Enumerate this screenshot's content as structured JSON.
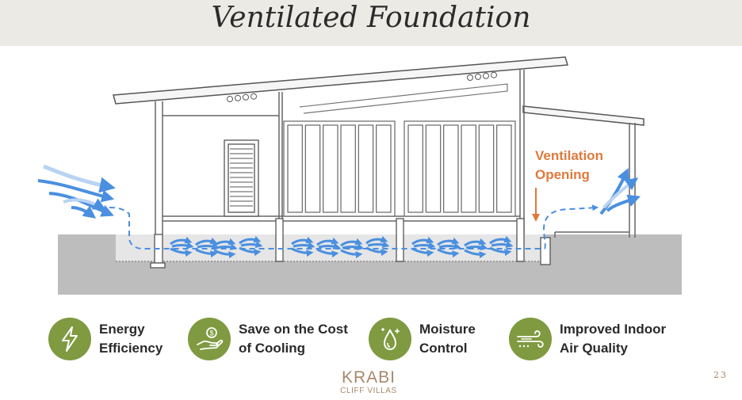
{
  "title": "Ventilated Foundation",
  "diagram": {
    "callout": [
      "Ventilation",
      "Opening"
    ],
    "colors": {
      "ground": "#bdbdbd",
      "air": "#4a8fe0",
      "callout": "#e07a3c",
      "line": "#555555"
    }
  },
  "features": [
    {
      "icon": "lightning-icon",
      "lines": [
        "Energy",
        "Efficiency"
      ]
    },
    {
      "icon": "hand-coin-icon",
      "lines": [
        "Save on the Cost",
        "of Cooling"
      ]
    },
    {
      "icon": "water-drop-icon",
      "lines": [
        "Moisture",
        "Control"
      ]
    },
    {
      "icon": "wind-icon",
      "lines": [
        "Improved Indoor",
        "Air Quality"
      ]
    }
  ],
  "accent_color": "#7f9a40",
  "logo": {
    "main": "KRABI",
    "sub": "CLIFF VILLAS"
  },
  "page_number": "23"
}
